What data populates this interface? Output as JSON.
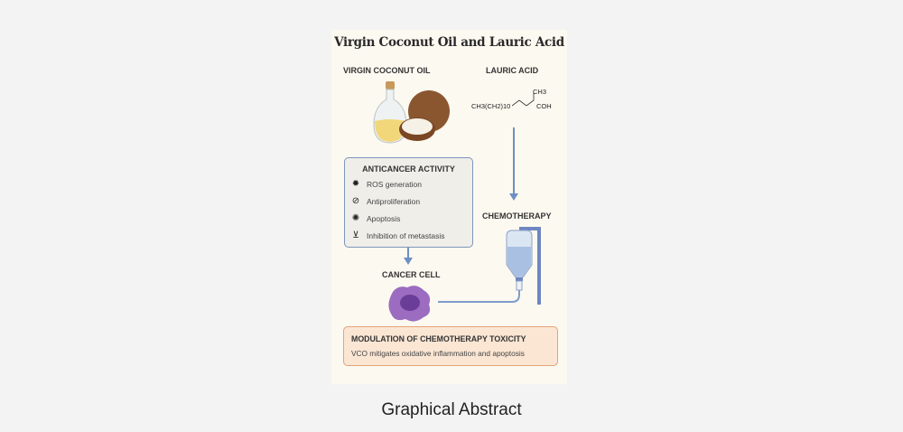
{
  "figure": {
    "title": "Virgin Coconut Oil and Lauric Acid",
    "vco_label": "VIRGIN COCONUT OIL",
    "lauric_label": "LAURIC ACID",
    "formula": {
      "left": "CH3(CH2)10",
      "branch": "CH3",
      "right": "COH"
    },
    "anticancer": {
      "heading": "ANTICANCER ACTIVITY",
      "items": [
        {
          "label": "ROS generation",
          "icon": "burst-icon"
        },
        {
          "label": "Antiproliferation",
          "icon": "no-proliferation-icon"
        },
        {
          "label": "Apoptosis",
          "icon": "virus-icon"
        },
        {
          "label": "Inhibition of metastasis",
          "icon": "inhibit-icon"
        }
      ]
    },
    "chemo_label": "CHEMOTHERAPY",
    "cell_label": "CANCER CELL",
    "modulation": {
      "heading": "MODULATION OF CHEMOTHERAPY TOXICITY",
      "text": "VCO mitigates oxidative inflammation and apoptosis"
    },
    "colors": {
      "arrow": "#6f8fc4",
      "box_border": "#7d96bd",
      "orange_border": "#e3a477",
      "cell": "#9b6cc0"
    }
  },
  "caption": "Graphical Abstract"
}
